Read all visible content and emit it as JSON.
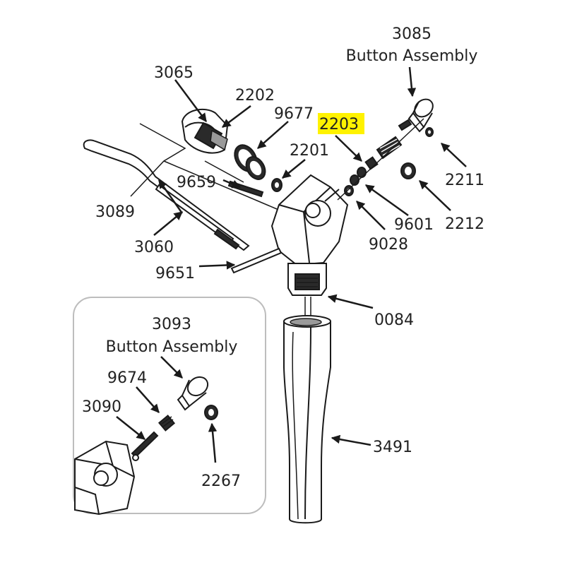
{
  "labels": {
    "p3085": "3085",
    "button_assembly_main": "Button Assembly",
    "p3065": "3065",
    "p2202": "2202",
    "p9677": "9677",
    "p2203": "2203",
    "p2201": "2201",
    "p2211": "2211",
    "p9659": "9659",
    "p3089": "3089",
    "p9601": "9601",
    "p2212": "2212",
    "p9028": "9028",
    "p3060": "3060",
    "p9651": "9651",
    "p0084": "0084",
    "p3093": "3093",
    "button_assembly_inset": "Button Assembly",
    "p9674": "9674",
    "p3090": "3090",
    "p3491": "3491",
    "p2267": "2267"
  },
  "colors": {
    "highlight": "#fff200",
    "line": "#1a1a1a",
    "inset_border": "#bdbdbd"
  }
}
